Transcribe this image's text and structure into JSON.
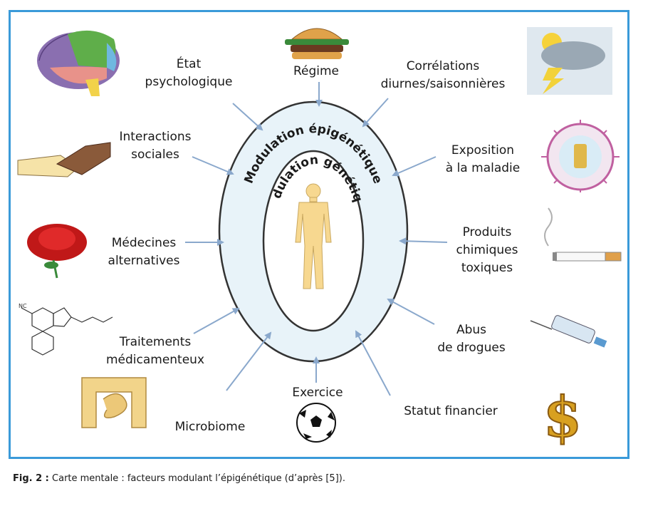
{
  "labels": {
    "etat": [
      "État",
      "psychologique"
    ],
    "regime": [
      "Régime"
    ],
    "correlations": [
      "Corrélations",
      "diurnes/saisonnières"
    ],
    "interactions": [
      "Interactions",
      "sociales"
    ],
    "exposition": [
      "Exposition",
      "à la maladie"
    ],
    "medecines": [
      "Médecines",
      "alternatives"
    ],
    "produits": [
      "Produits",
      "chimiques",
      "toxiques"
    ],
    "traitements": [
      "Traitements",
      "médicamenteux"
    ],
    "abus": [
      "Abus",
      "de drogues"
    ],
    "microbiome": [
      "Microbiome"
    ],
    "exercice": [
      "Exercice"
    ],
    "statut": [
      "Statut financier"
    ]
  },
  "ring": {
    "outer": "Modulation épigénétique",
    "inner": "Modulation génétique"
  },
  "caption": {
    "prefix": "Fig. 2 :",
    "text": " Carte mentale : facteurs modulant l’épigénétique (d’après [5])."
  },
  "colors": {
    "frame": "#3a9ad9",
    "arrow": "#8aa8cc",
    "ellipse_fill": "#e8f3f9",
    "figure": "#f7d890"
  }
}
